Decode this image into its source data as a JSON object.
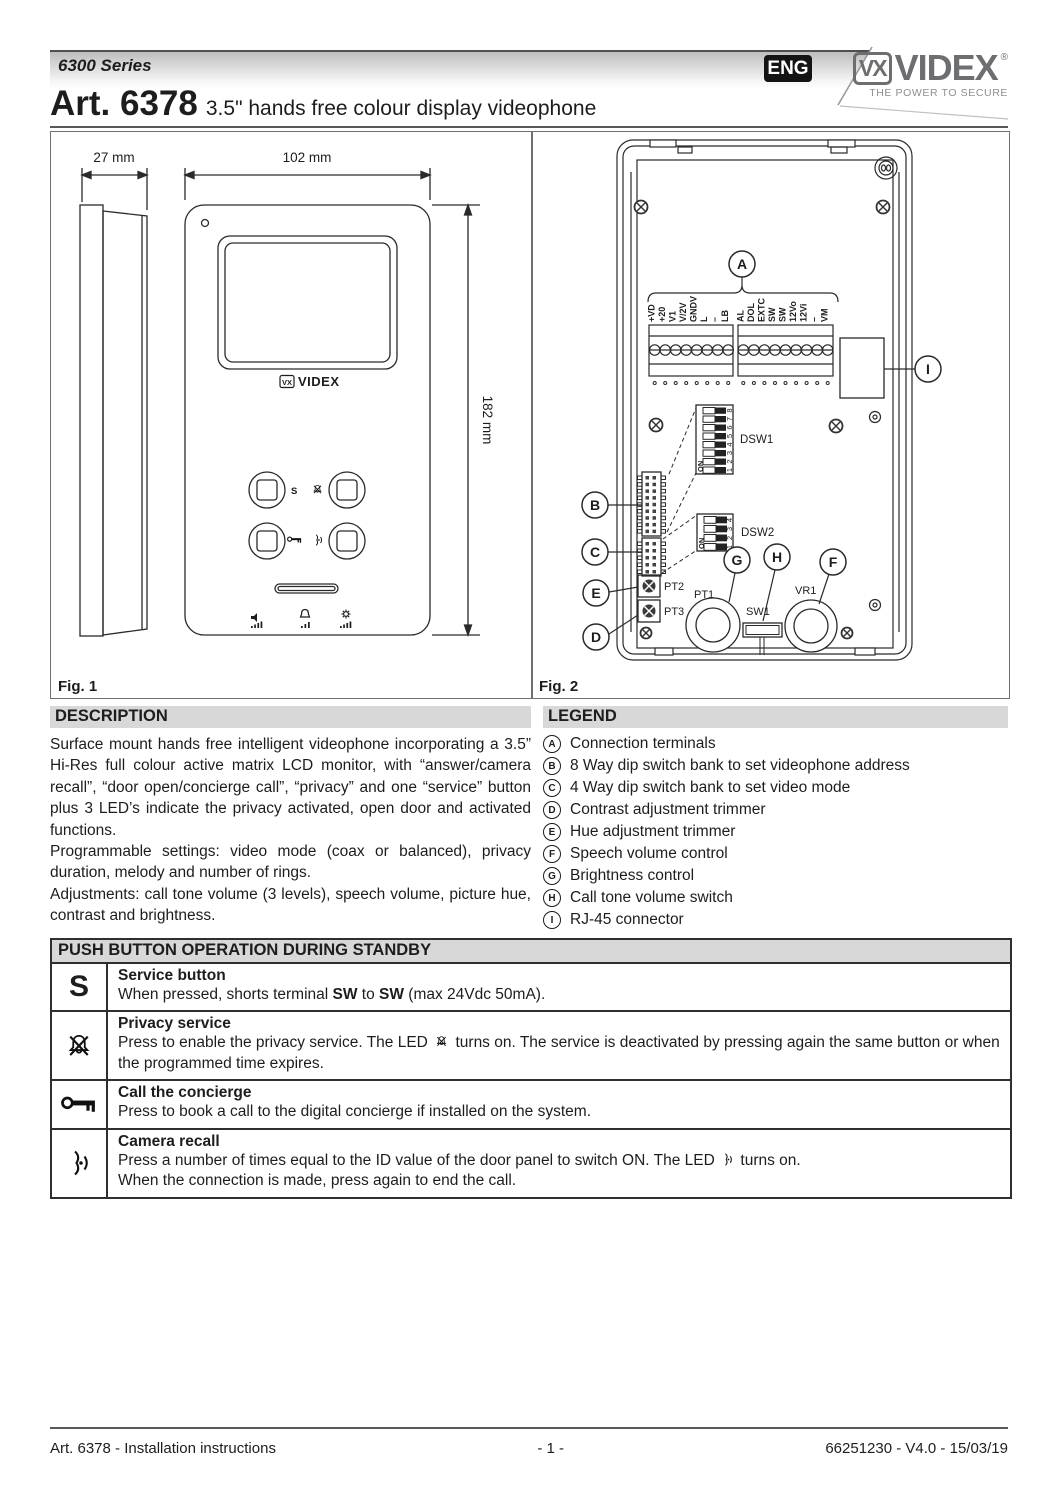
{
  "colors": {
    "bar_gray": "#d8d8d8",
    "ink": "#1d1d1f",
    "badge_black": "#141414",
    "brand_gray": "#6d6e71",
    "rule_gray": "#57585a"
  },
  "header": {
    "series": "6300 Series",
    "art": "Art. 6378",
    "subtitle": "3.5\" hands free colour display videophone",
    "lang_badge": "ENG"
  },
  "brand": {
    "mark": "VX",
    "name": "VIDEX",
    "reg": "®",
    "tagline": "THE POWER TO SECURE"
  },
  "figures": {
    "fig1": {
      "label": "Fig. 1",
      "dim_depth": "27 mm",
      "dim_width": "102 mm",
      "dim_height": "182 mm",
      "vx_mark": "VX",
      "device_logo": "VIDEX",
      "service_label": "S"
    },
    "fig2": {
      "label": "Fig. 2",
      "terminals_left": [
        "+VD",
        "+20",
        "V1",
        "V/2V",
        "GNDV",
        "L",
        "–",
        "LB"
      ],
      "terminals_right": [
        "AL",
        "DOL",
        "EXTC",
        "SW",
        "SW",
        "12Vo",
        "12Vi",
        "–",
        "VM"
      ],
      "dsw1_label": "DSW1",
      "dsw1_on": "ON",
      "dsw1_pins": [
        "1",
        "2",
        "3",
        "4",
        "5",
        "6",
        "7",
        "8"
      ],
      "dsw2_label": "DSW2",
      "dsw2_on": "ON",
      "dsw2_pins": [
        "1",
        "2",
        "3",
        "4"
      ],
      "pt1": "PT1",
      "pt2": "PT2",
      "pt3": "PT3",
      "sw1": "SW1",
      "vr1": "VR1",
      "callouts": {
        "a": "A",
        "b": "B",
        "c": "C",
        "d": "D",
        "e": "E",
        "f": "F",
        "g": "G",
        "h": "H",
        "i": "I"
      }
    }
  },
  "description": {
    "title": "DESCRIPTION",
    "p1": "Surface mount hands free intelligent videophone incorporating a 3.5” Hi-Res full colour active matrix LCD monitor, with “answer/camera recall”, “door open/concierge call”, “privacy” and one “service” button plus 3 LED’s indicate the privacy activated, open door and activated functions.",
    "p2": "Programmable settings: video mode (coax or balanced), privacy duration, melody and number of rings.",
    "p3": "Adjustments: call tone volume (3 levels), speech volume, picture hue, contrast and brightness."
  },
  "legend": {
    "title": "LEGEND",
    "items": [
      {
        "key": "A",
        "text": "Connection terminals"
      },
      {
        "key": "B",
        "text": "8 Way dip switch bank to set videophone address"
      },
      {
        "key": "C",
        "text": "4 Way dip switch bank to set video mode"
      },
      {
        "key": "D",
        "text": "Contrast adjustment trimmer"
      },
      {
        "key": "E",
        "text": "Hue adjustment trimmer"
      },
      {
        "key": "F",
        "text": "Speech volume control"
      },
      {
        "key": "G",
        "text": "Brightness control"
      },
      {
        "key": "H",
        "text": "Call tone volume switch"
      },
      {
        "key": "I",
        "text": "RJ-45 connector"
      }
    ]
  },
  "push_table": {
    "title": "PUSH BUTTON OPERATION DURING STANDBY",
    "rows": [
      {
        "icon_text": "S",
        "title": "Service button",
        "t1": "When pressed, shorts terminal ",
        "sw1": "SW",
        "t2": " to ",
        "sw2": "SW",
        "t3": " (max 24Vdc 50mA)."
      },
      {
        "title": "Privacy service",
        "t1": "Press to enable the privacy service. The LED ",
        "t2": " turns on. The service is deactivated by pressing again the same button or when the programmed time expires."
      },
      {
        "title": "Call the concierge",
        "t1": "Press to book a call to the digital concierge if installed on the system."
      },
      {
        "title": "Camera recall",
        "t1": "Press a number of times equal to the ID value of the door panel to switch ON. The LED ",
        "t2": " turns on.",
        "t3": "When the connection is made, press again to end the call."
      }
    ]
  },
  "footer": {
    "left": "Art. 6378 - Installation instructions",
    "center": "- 1 -",
    "right": "66251230 - V4.0 - 15/03/19"
  }
}
